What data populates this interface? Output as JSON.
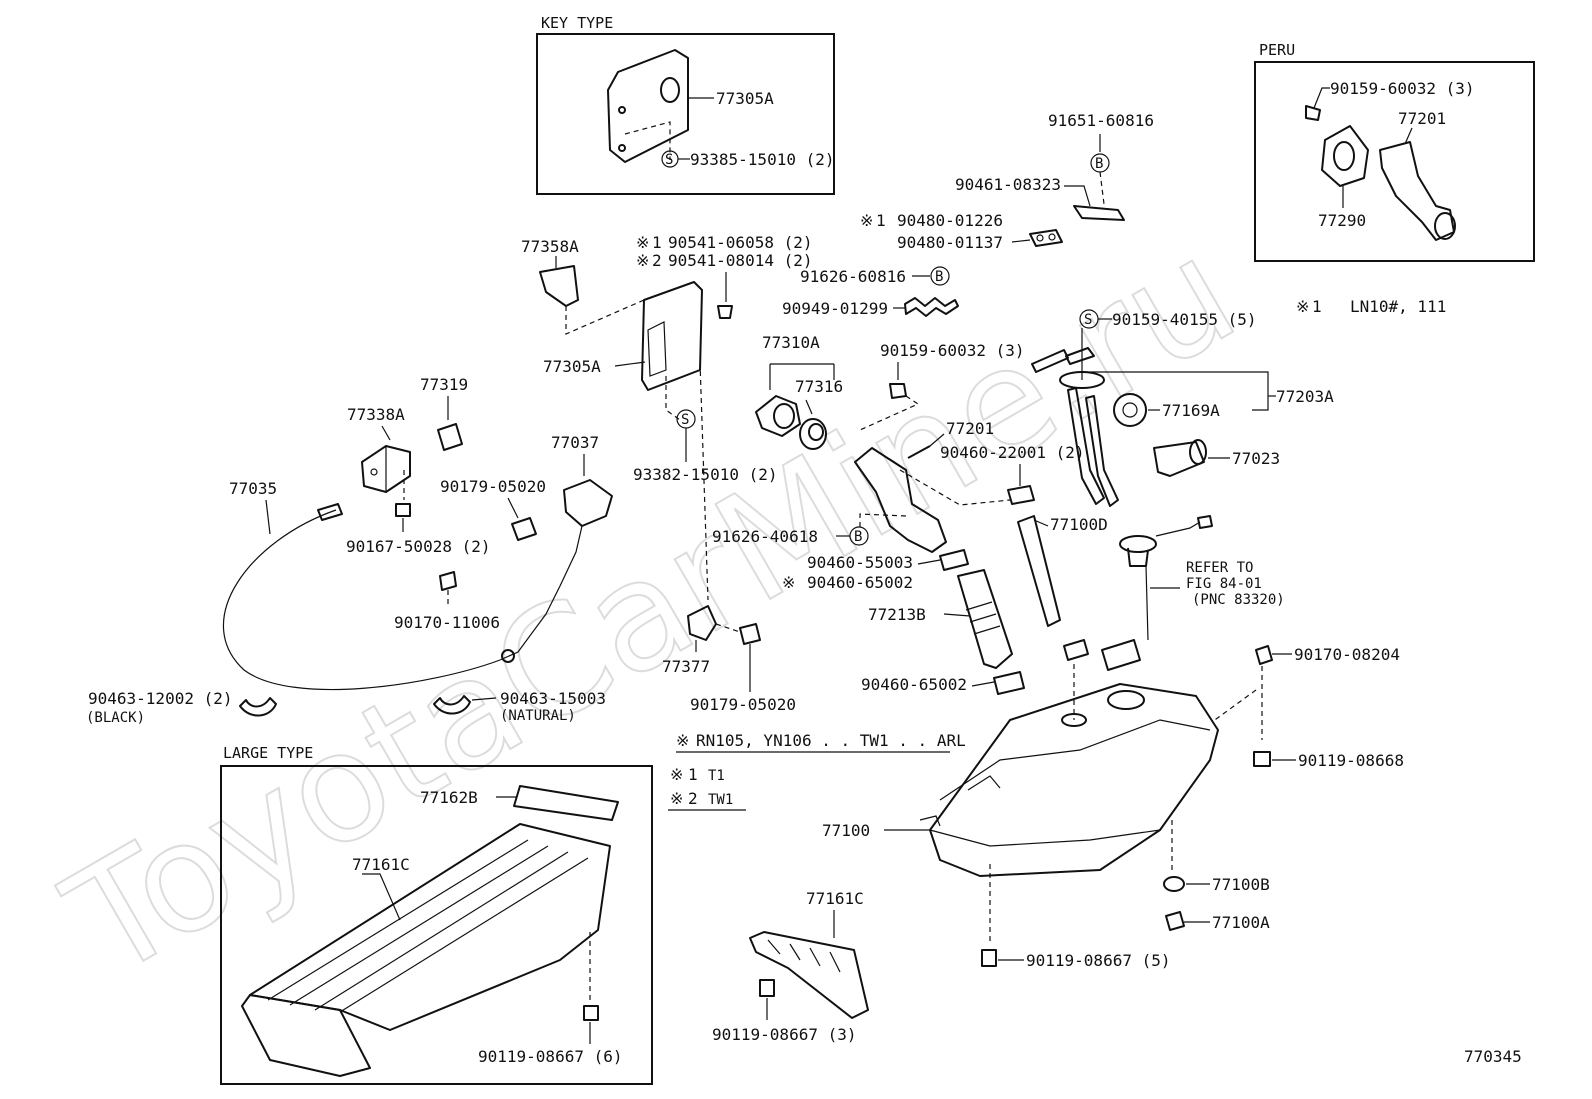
{
  "watermark": "ToyotaCarMine.ru",
  "figure_number": "770345",
  "sections": {
    "key_type": {
      "title": "KEY TYPE",
      "labels": [
        "77305A",
        "93385-15010 (2)"
      ]
    },
    "peru": {
      "title": "PERU",
      "labels": [
        "90159-60032 (3)",
        "77201",
        "77290"
      ]
    },
    "large_type": {
      "title": "LARGE TYPE",
      "labels": [
        "77162B",
        "77161C",
        "90119-08667 (6)"
      ]
    }
  },
  "labels": {
    "p91651_60816": "91651-60816",
    "p90461_08323": "90461-08323",
    "p90480_01226": "90480-01226",
    "p90480_01137": "90480-01137",
    "p91626_60816": "91626-60816",
    "p90949_01299": "90949-01299",
    "p90159_40155": "90159-40155 (5)",
    "p77358a": "77358A",
    "p90541_06058": "90541-06058 (2)",
    "p90541_08014": "90541-08014 (2)",
    "p77310a": "77310A",
    "p77316": "77316",
    "p90159_60032": "90159-60032 (3)",
    "p77305a": "77305A",
    "p77319": "77319",
    "p77338a": "77338A",
    "p77037": "77037",
    "p77035": "77035",
    "p90179_05020a": "90179-05020",
    "p90167_50028": "90167-50028 (2)",
    "p90170_11006": "90170-11006",
    "p93382_15010": "93382-15010 (2)",
    "p77201": "77201",
    "p90460_22001": "90460-22001 (2)",
    "p77203a": "77203A",
    "p77169a": "77169A",
    "p77023": "77023",
    "p77100d": "77100D",
    "p91626_40618": "91626-40618",
    "p90460_55003": "90460-55003",
    "p90460_65002a": "90460-65002",
    "p77213b": "77213B",
    "p90460_65002b": "90460-65002",
    "p77377": "77377",
    "p90179_05020b": "90179-05020",
    "p90463_12002": "90463-12002 (2)",
    "black": "(BLACK)",
    "p90463_15003": "90463-15003",
    "natural": "(NATURAL)",
    "p90170_08204": "90170-08204",
    "p90119_08668": "90119-08668",
    "p77100": "77100",
    "p77100b": "77100B",
    "p77100a": "77100A",
    "p90119_08667_5": "90119-08667 (5)",
    "p77161c": "77161C",
    "p90119_08667_3": "90119-08667 (3)",
    "refer1": "REFER TO",
    "refer2": "FIG 84-01",
    "refer3": "(PNC 83320)"
  },
  "notes": {
    "ln10": "LN10#, 111",
    "rn105": "RN105, YN106 . . TW1 . . ARL",
    "t1": "T1",
    "tw1": "TW1"
  },
  "marks": {
    "ref": "※",
    "n1": "1",
    "n2": "2",
    "s": "S",
    "b": "B"
  }
}
